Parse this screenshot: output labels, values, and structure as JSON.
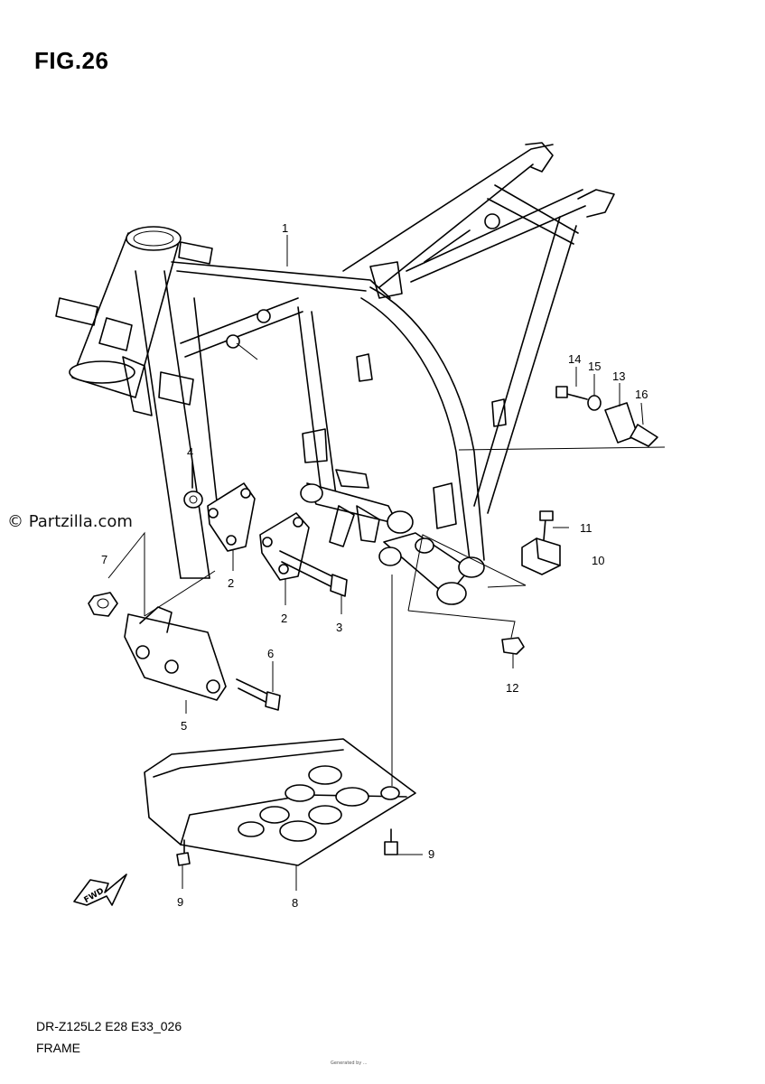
{
  "figure": {
    "title": "FIG.26",
    "watermark": "© Partzilla.com",
    "model_code": "DR-Z125L2 E28 E33_026",
    "section_name": "FRAME",
    "fineprint": "Generated by ..."
  },
  "callouts": [
    "1",
    "2",
    "2",
    "3",
    "4",
    "5",
    "6",
    "7",
    "8",
    "9",
    "9",
    "10",
    "11",
    "12",
    "13",
    "14",
    "15",
    "16"
  ],
  "fwd_label": "FWD"
}
